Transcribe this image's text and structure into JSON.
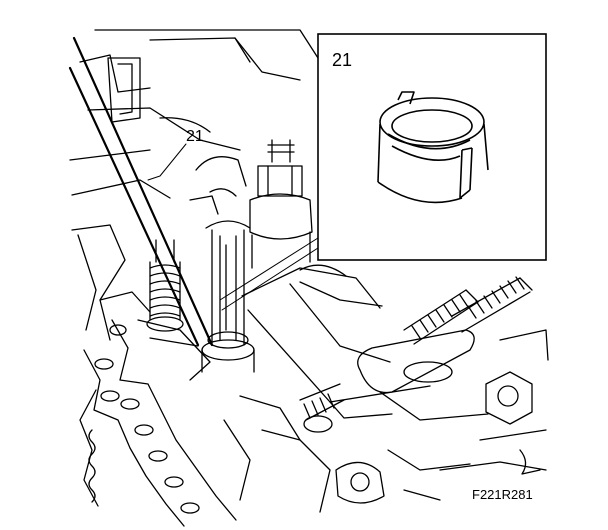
{
  "figure": {
    "callout_number": "21",
    "inset_number": "21",
    "figure_code": "F221R281"
  },
  "colors": {
    "line": "#000000",
    "background": "#ffffff"
  }
}
